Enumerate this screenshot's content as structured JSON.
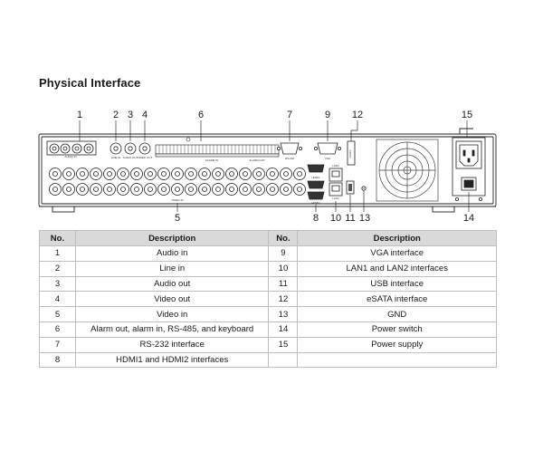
{
  "title": "Physical Interface",
  "diagram": {
    "callouts": [
      "1",
      "2",
      "3",
      "4",
      "5",
      "6",
      "7",
      "8",
      "9",
      "10",
      "11",
      "12",
      "13",
      "14",
      "15"
    ],
    "panel_labels": {
      "audio_in": "AUDIO IN",
      "line_in": "LINE IN",
      "audio_out": "AUDIO OUT",
      "video_out": "VIDEO OUT",
      "video_in": "VIDEO IN",
      "alarm_in": "ALARM IN",
      "alarm_out": "ALARM OUT",
      "rs232": "RS-232",
      "vga": "VGA",
      "hdmi1": "HDMI1",
      "hdmi2": "HDMI2",
      "lan1": "LAN1",
      "lan2": "LAN2",
      "esata": "eSATA"
    }
  },
  "table": {
    "headers": [
      "No.",
      "Description",
      "No.",
      "Description"
    ],
    "rows": [
      {
        "no1": "1",
        "desc1": "Audio in",
        "no2": "9",
        "desc2": "VGA interface"
      },
      {
        "no1": "2",
        "desc1": "Line in",
        "no2": "10",
        "desc2": "LAN1 and LAN2 interfaces"
      },
      {
        "no1": "3",
        "desc1": "Audio out",
        "no2": "11",
        "desc2": "USB interface"
      },
      {
        "no1": "4",
        "desc1": "Video out",
        "no2": "12",
        "desc2": "eSATA interface"
      },
      {
        "no1": "5",
        "desc1": "Video in",
        "no2": "13",
        "desc2": "GND"
      },
      {
        "no1": "6",
        "desc1": "Alarm out, alarm in, RS-485, and keyboard",
        "no2": "14",
        "desc2": "Power switch"
      },
      {
        "no1": "7",
        "desc1": "RS-232 interface",
        "no2": "15",
        "desc2": "Power supply"
      },
      {
        "no1": "8",
        "desc1": "HDMI1 and HDMI2 interfaces",
        "no2": "",
        "desc2": ""
      }
    ]
  }
}
